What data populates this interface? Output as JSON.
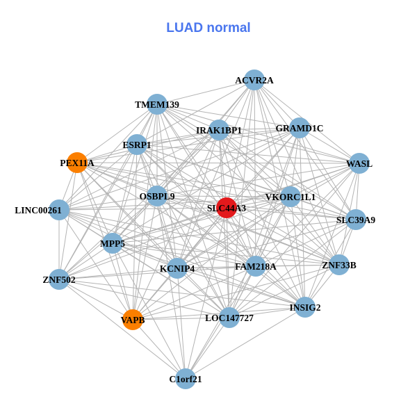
{
  "title": "LUAD normal",
  "colors": {
    "default_node": "#7fb0d3",
    "highlight_node": "#e3191c",
    "secondary_node": "#fb7f00",
    "edge": "#b3b3b3",
    "title": "#4a76ee"
  },
  "nodes": [
    {
      "id": "ACVR2A",
      "type": "default"
    },
    {
      "id": "TMEM139",
      "type": "default"
    },
    {
      "id": "IRAK1BP1",
      "type": "default"
    },
    {
      "id": "GRAMD1C",
      "type": "default"
    },
    {
      "id": "ESRP1",
      "type": "default"
    },
    {
      "id": "PEX11A",
      "type": "secondary"
    },
    {
      "id": "WASL",
      "type": "default"
    },
    {
      "id": "OSBPL9",
      "type": "default"
    },
    {
      "id": "VKORC1L1",
      "type": "default"
    },
    {
      "id": "SLC44A3",
      "type": "highlight"
    },
    {
      "id": "LINC00261",
      "type": "default"
    },
    {
      "id": "SLC39A9",
      "type": "default"
    },
    {
      "id": "MPP5",
      "type": "default"
    },
    {
      "id": "KCNIP4",
      "type": "default"
    },
    {
      "id": "FAM218A",
      "type": "default"
    },
    {
      "id": "ZNF33B",
      "type": "default"
    },
    {
      "id": "ZNF502",
      "type": "default"
    },
    {
      "id": "INSIG2",
      "type": "default"
    },
    {
      "id": "VAPB",
      "type": "secondary"
    },
    {
      "id": "LOC147727",
      "type": "default"
    },
    {
      "id": "C1orf21",
      "type": "default"
    }
  ],
  "edges": "all-pairs-except-missing",
  "missing_edges": [
    [
      "C1orf21",
      "ACVR2A"
    ],
    [
      "C1orf21",
      "TMEM139"
    ],
    [
      "C1orf21",
      "GRAMD1C"
    ],
    [
      "C1orf21",
      "WASL"
    ],
    [
      "C1orf21",
      "PEX11A"
    ],
    [
      "C1orf21",
      "ESRP1"
    ],
    [
      "C1orf21",
      "IRAK1BP1"
    ],
    [
      "C1orf21",
      "LINC00261"
    ],
    [
      "C1orf21",
      "SLC39A9"
    ],
    [
      "C1orf21",
      "ZNF33B"
    ],
    [
      "LINC00261",
      "WASL"
    ],
    [
      "LINC00261",
      "ACVR2A"
    ],
    [
      "ZNF502",
      "WASL"
    ],
    [
      "ZNF502",
      "ACVR2A"
    ],
    [
      "ZNF502",
      "GRAMD1C"
    ],
    [
      "VAPB",
      "ACVR2A"
    ],
    [
      "VAPB",
      "WASL"
    ],
    [
      "VAPB",
      "GRAMD1C"
    ],
    [
      "INSIG2",
      "PEX11A"
    ],
    [
      "INSIG2",
      "TMEM139"
    ],
    [
      "PEX11A",
      "ACVR2A"
    ],
    [
      "LINC00261",
      "SLC39A9"
    ],
    [
      "ZNF502",
      "SLC39A9"
    ],
    [
      "VAPB",
      "SLC39A9"
    ],
    [
      "ZNF502",
      "ZNF33B"
    ]
  ]
}
